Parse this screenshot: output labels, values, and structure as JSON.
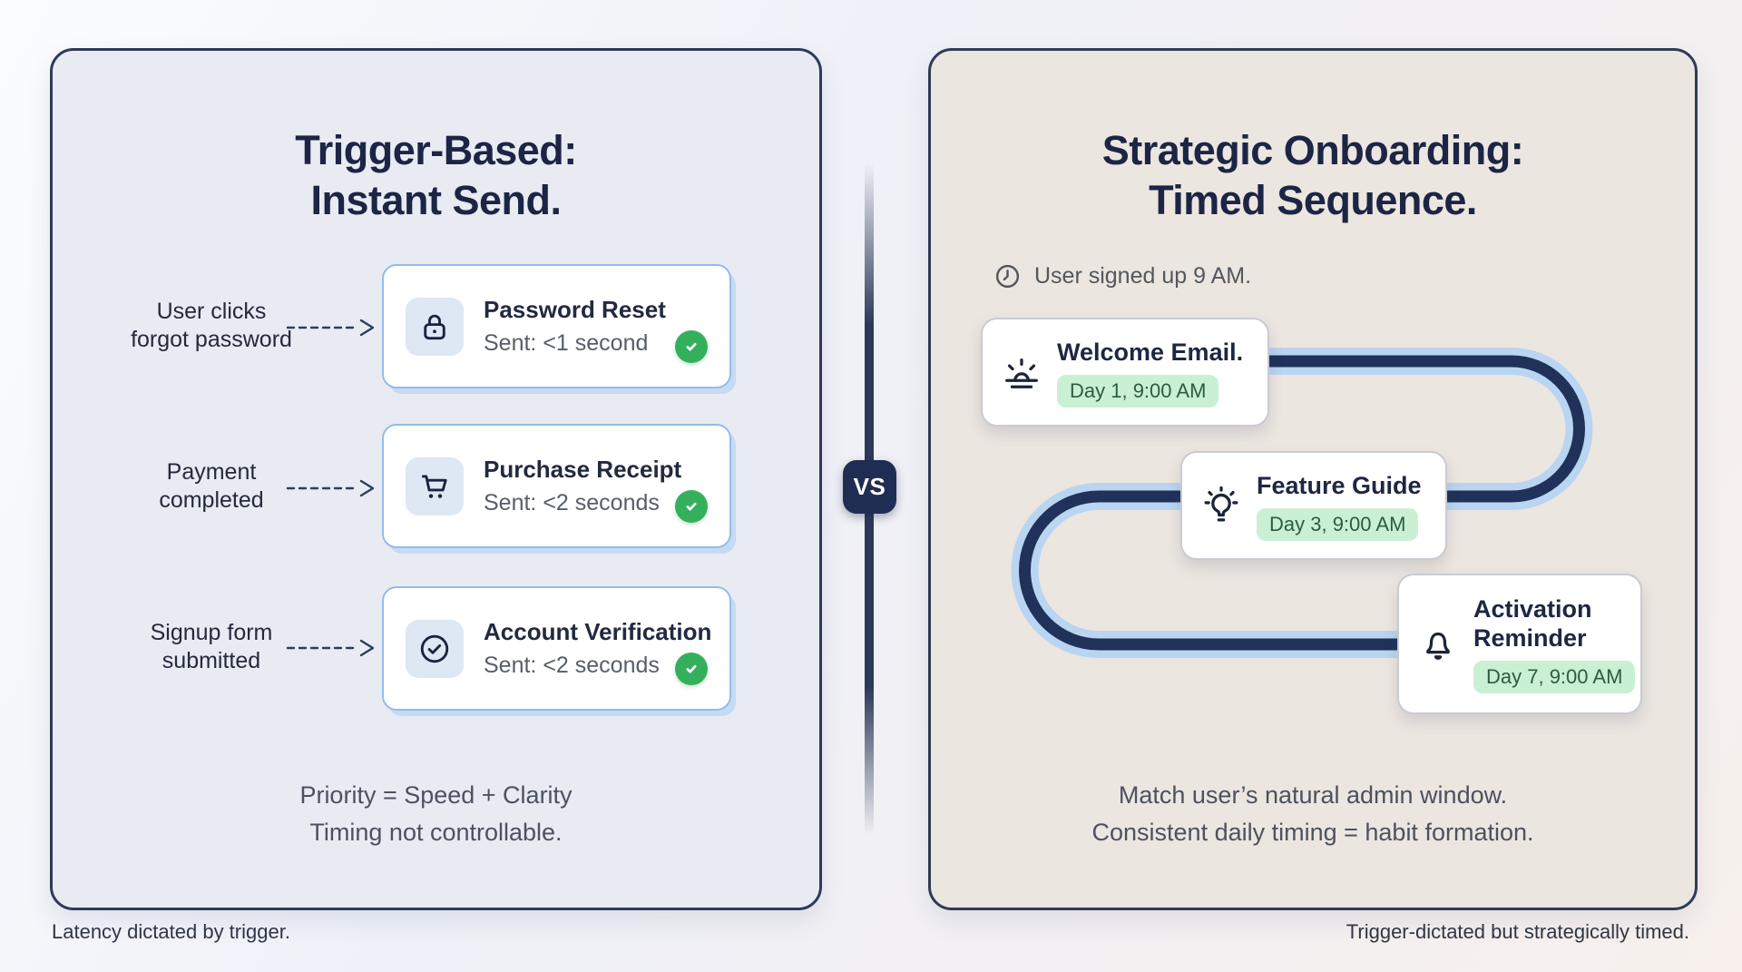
{
  "page": {
    "vs_label": "VS",
    "caption_left": "Latency dictated by trigger.",
    "caption_right": "Trigger-dictated but strategically timed."
  },
  "left_panel": {
    "title_line1": "Trigger-Based:",
    "title_line2": "Instant Send.",
    "rows": [
      {
        "trigger_line1": "User clicks",
        "trigger_line2": "forgot password",
        "card": {
          "icon": "lock-icon",
          "title": "Password Reset",
          "status": "Sent: <1 second"
        }
      },
      {
        "trigger_line1": "Payment",
        "trigger_line2": "completed",
        "card": {
          "icon": "cart-icon",
          "title": "Purchase Receipt",
          "status": "Sent: <2 seconds"
        }
      },
      {
        "trigger_line1": "Signup form",
        "trigger_line2": "submitted",
        "card": {
          "icon": "circle-check-icon",
          "title": "Account Verification",
          "status": "Sent: <2 seconds"
        }
      }
    ],
    "footer_line1": "Priority = Speed + Clarity",
    "footer_line2": "Timing not controllable."
  },
  "right_panel": {
    "title_line1": "Strategic Onboarding:",
    "title_line2": "Timed Sequence.",
    "signup_note": "User signed up 9 AM.",
    "steps": [
      {
        "icon": "sunrise-icon",
        "title": "Welcome Email.",
        "badge": "Day 1, 9:00 AM"
      },
      {
        "icon": "lightbulb-icon",
        "title": "Feature Guide",
        "badge": "Day 3, 9:00 AM"
      },
      {
        "icon": "bell-icon",
        "title": "Activation Reminder",
        "badge": "Day 7, 9:00 AM"
      }
    ],
    "footer_line1": "Match user’s natural admin window.",
    "footer_line2": "Consistent daily timing = habit formation."
  },
  "colors": {
    "title_navy": "#1c2545",
    "panel_border": "#2e3b57",
    "left_panel_bg": "#e9ebf3",
    "right_panel_bg": "#ece6e0",
    "card_border_blue": "#95bce9",
    "card_shadow_blue": "#c5dbf3",
    "success_green": "#34b05c",
    "day_badge_bg": "#c9f0d2",
    "day_badge_text": "#2e5c40",
    "path_outer_blue": "#b9d5f1",
    "path_inner_navy": "#20315a",
    "vs_badge_bg": "#1f2d52"
  }
}
